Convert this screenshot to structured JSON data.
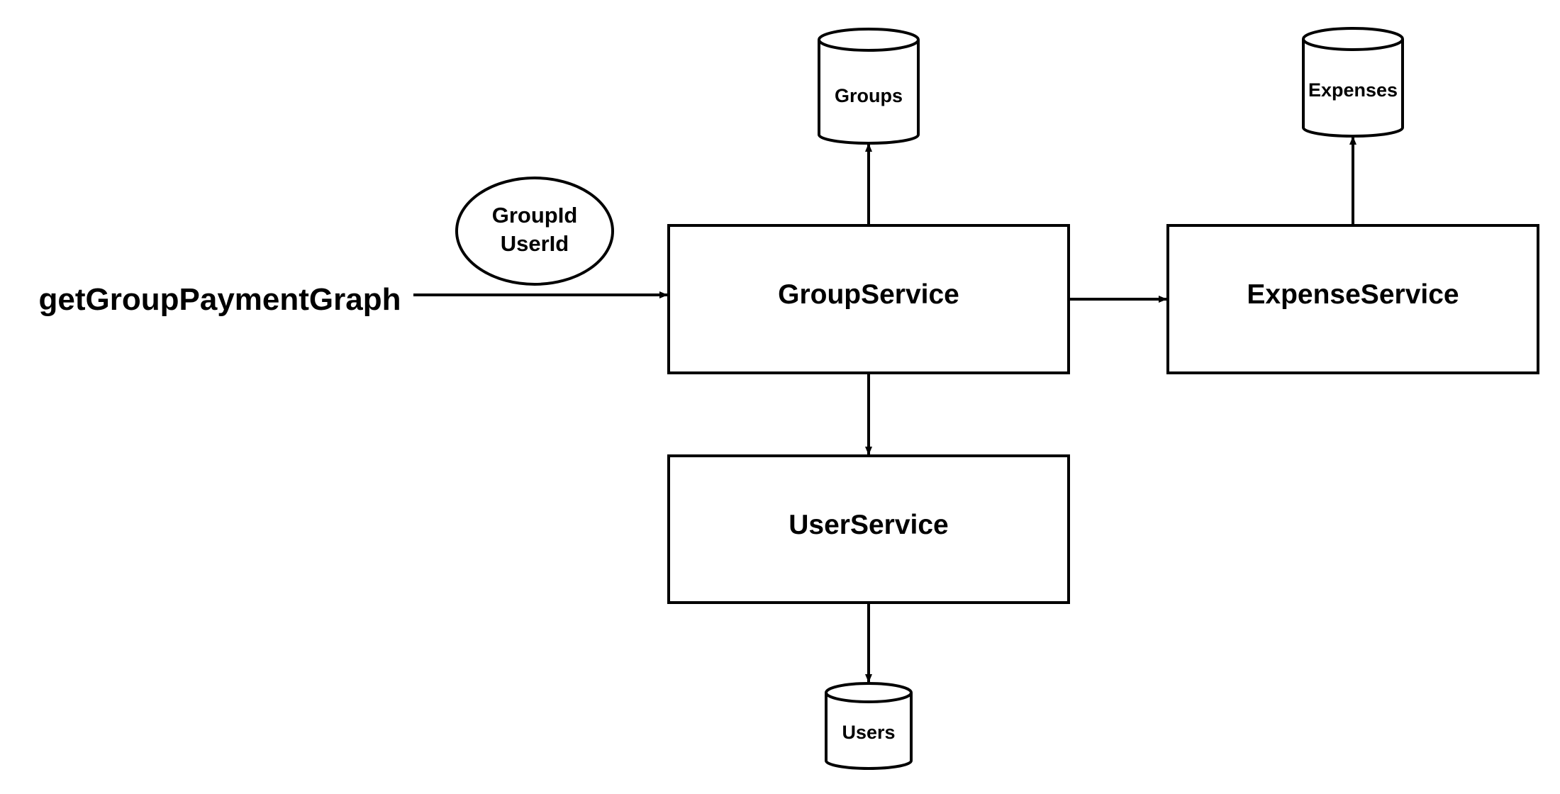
{
  "diagram": {
    "entry_label": "getGroupPaymentGraph",
    "params": [
      "GroupId",
      "UserId"
    ],
    "services": {
      "group": "GroupService",
      "expense": "ExpenseService",
      "user": "UserService"
    },
    "stores": {
      "groups": "Groups",
      "expenses": "Expenses",
      "users": "Users"
    },
    "stroke_color": "#000000",
    "background_color": "#ffffff"
  }
}
